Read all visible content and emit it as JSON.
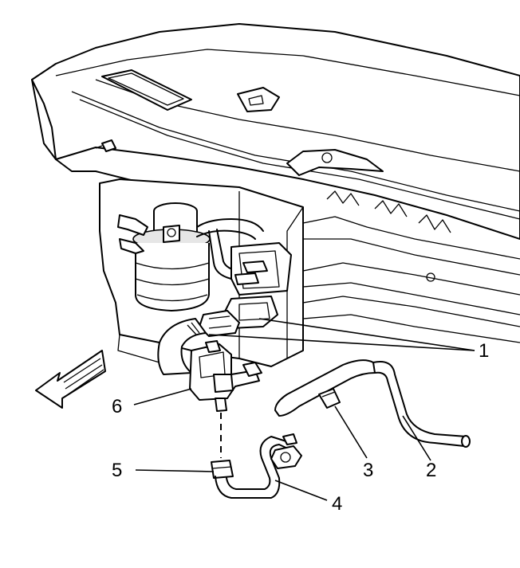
{
  "callouts": {
    "c1": "1",
    "c2": "2",
    "c3": "3",
    "c4": "4",
    "c5": "5",
    "c6": "6"
  },
  "colors": {
    "line": "#000000",
    "background": "#ffffff",
    "shade": "#e6e6e6"
  },
  "icons": {
    "direction": "front-arrow-icon"
  }
}
